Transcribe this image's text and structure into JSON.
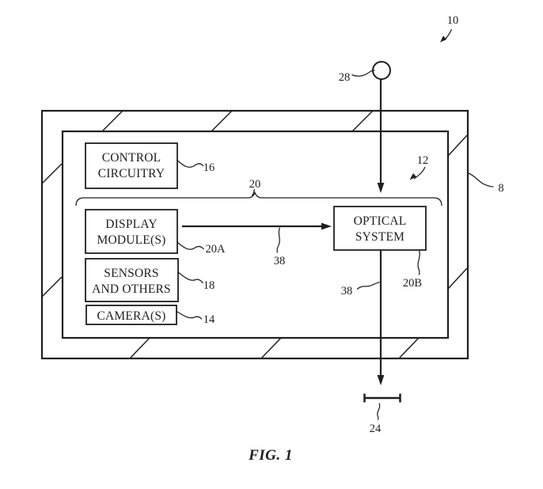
{
  "figure": {
    "caption": "FIG. 1",
    "ink_color": "#1f1f1f",
    "background_color": "#ffffff",
    "boxes": {
      "control_circuitry": {
        "line1": "CONTROL",
        "line2": "CIRCUITRY"
      },
      "display_modules": {
        "line1": "DISPLAY",
        "line2": "MODULE(S)"
      },
      "sensors_and_others": {
        "line1": "SENSORS",
        "line2": "AND OTHERS"
      },
      "cameras": {
        "line1": "CAMERA(S)"
      },
      "optical_system": {
        "line1": "OPTICAL",
        "line2": "SYSTEM"
      }
    },
    "reference_numerals": {
      "system": "10",
      "object": "28",
      "housing": "8",
      "support_structure": "12",
      "control_circuitry": "16",
      "optical_module_group": "20",
      "display_module": "20A",
      "sensors": "18",
      "cameras": "14",
      "optical_system": "20B",
      "light_path_upper": "38",
      "light_path_lower": "38",
      "eye_box": "24"
    }
  }
}
